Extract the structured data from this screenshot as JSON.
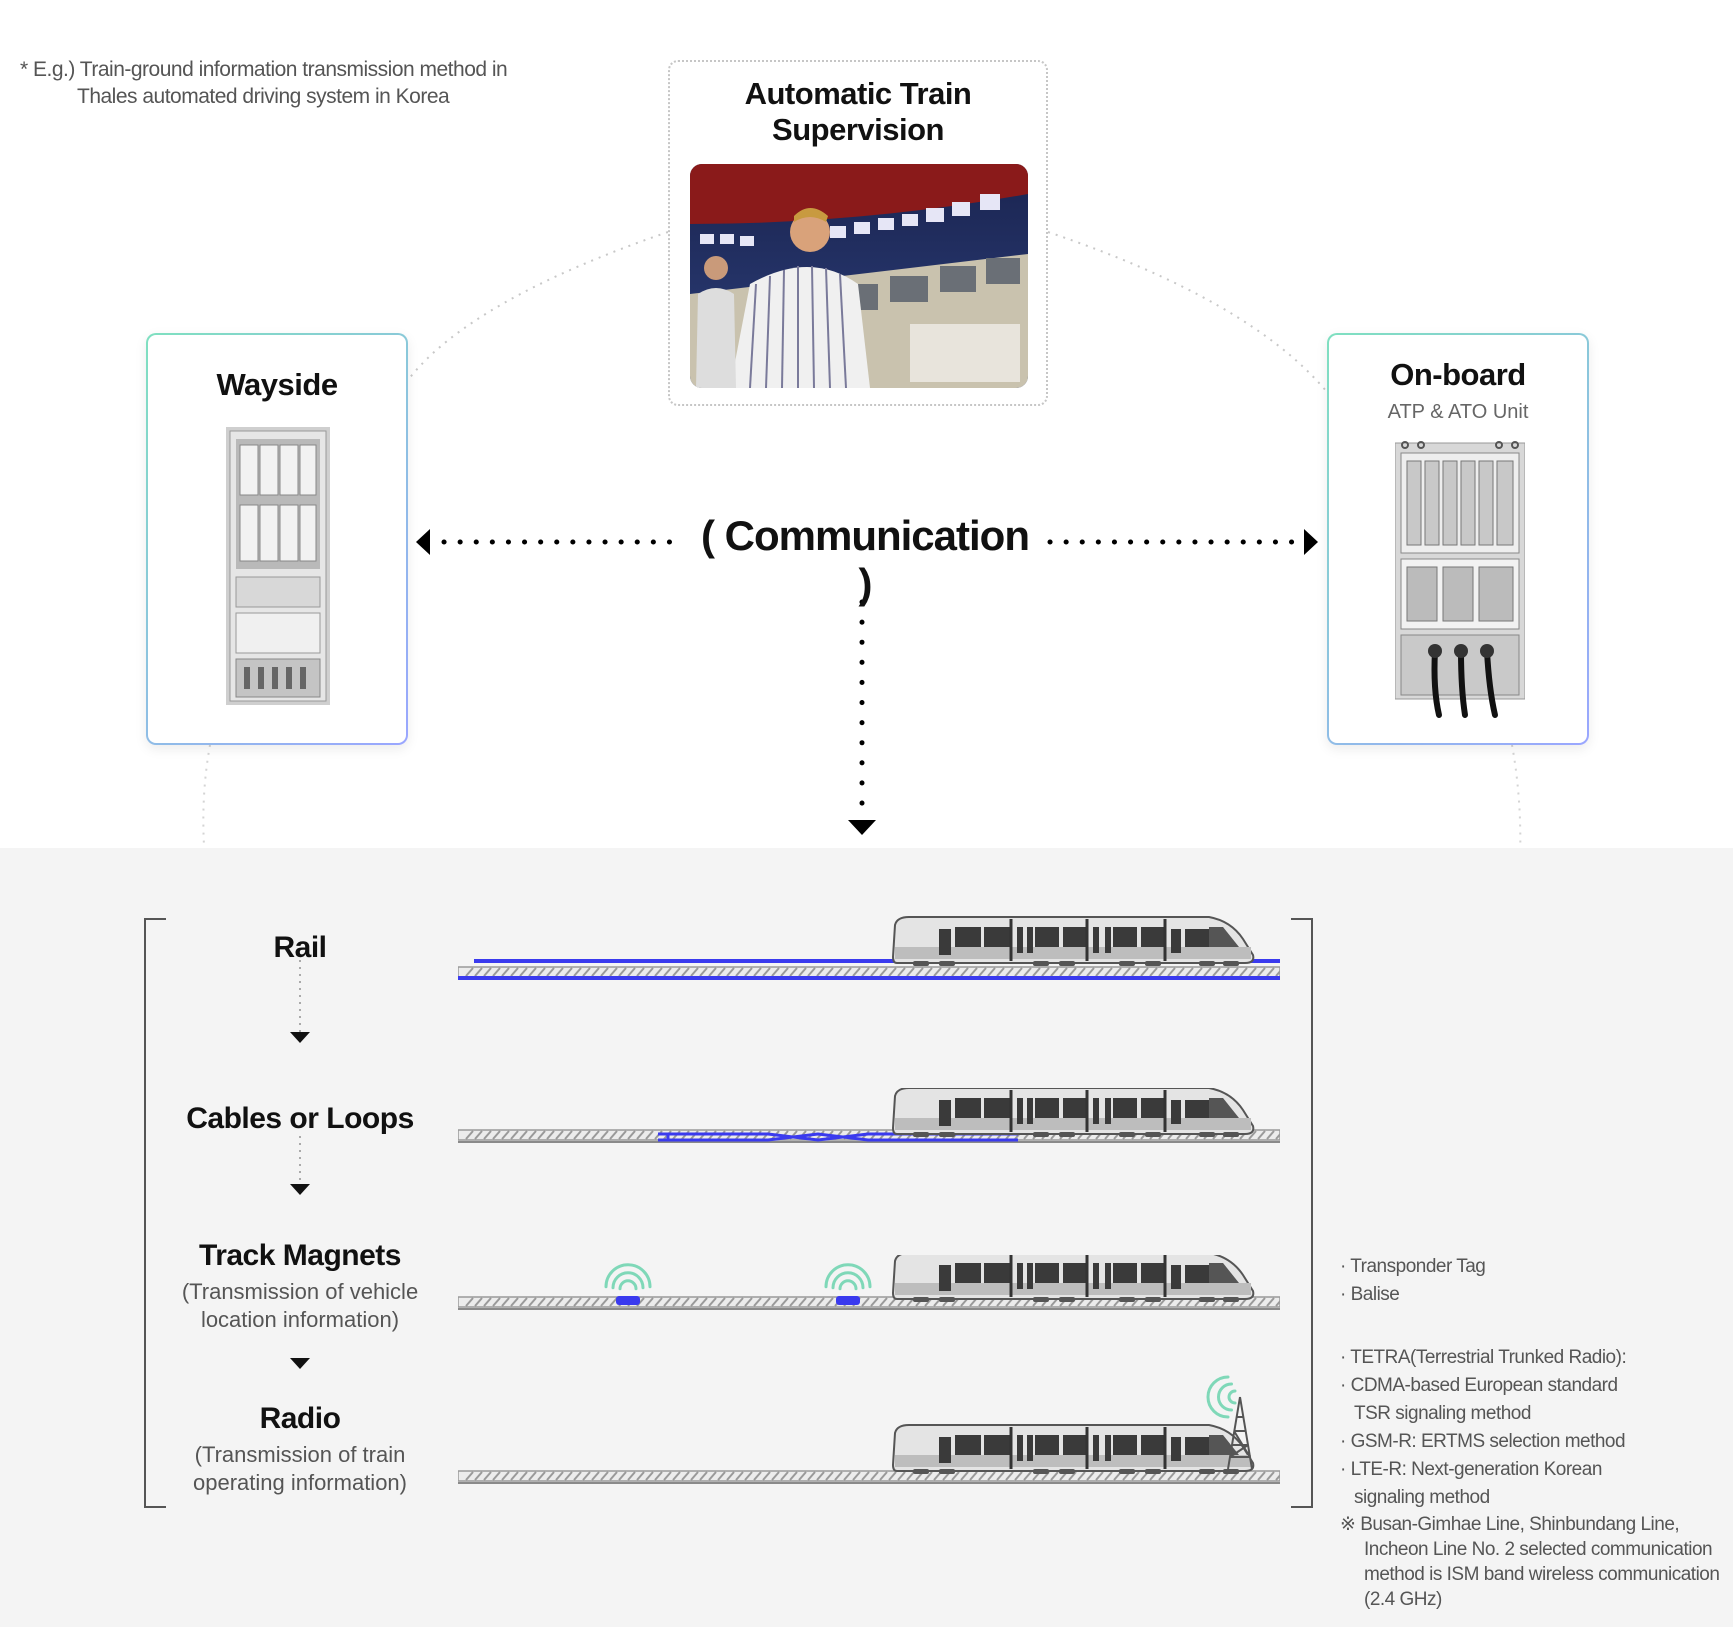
{
  "note": {
    "line1": "* E.g.) Train-ground information transmission method in",
    "line2": "Thales automated driving system in Korea"
  },
  "top": {
    "ats_title_1": "Automatic Train",
    "ats_title_2": "Supervision",
    "wayside_title": "Wayside",
    "onboard_title": "On-board",
    "onboard_sub": "ATP & ATO Unit",
    "communication": "( Communication )"
  },
  "methods": {
    "rail": "Rail",
    "cables": "Cables or Loops",
    "magnets": "Track Magnets",
    "magnets_sub_1": "(Transmission of vehicle",
    "magnets_sub_2": "location information)",
    "radio": "Radio",
    "radio_sub_1": "(Transmission of train",
    "radio_sub_2": "operating information)"
  },
  "side_notes": {
    "magnets": [
      "· Transponder Tag",
      "· Balise"
    ],
    "radio": {
      "tetra": "· TETRA(Terrestrial Trunked Radio):",
      "cdma_1": "· CDMA-based European standard",
      "cdma_2": "TSR signaling method",
      "gsm": "· GSM-R: ERTMS selection method",
      "lte_1": "· LTE-R: Next-generation Korean",
      "lte_2": "signaling  method",
      "ref_1": "※ Busan-Gimhae Line, Shinbundang Line,",
      "ref_2": "Incheon Line No. 2 selected communication",
      "ref_3": "method is ISM band wireless communication",
      "ref_4": "(2.4 GHz)"
    }
  },
  "colors": {
    "signal": "#3a3aee",
    "wave": "#7fd8b8",
    "card_border_start": "#7fe0c0",
    "card_border_end": "#9aa6ff"
  }
}
